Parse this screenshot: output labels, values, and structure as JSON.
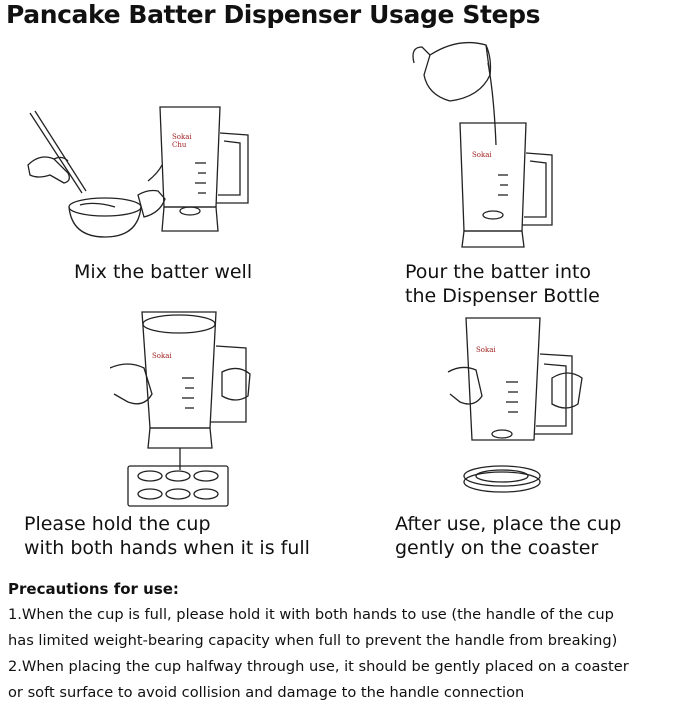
{
  "title": "Pancake Batter Dispenser Usage Steps",
  "steps": [
    {
      "caption": [
        "Mix the batter well"
      ]
    },
    {
      "caption": [
        "Pour the batter into",
        "the Dispenser Bottle"
      ]
    },
    {
      "caption": [
        "Please hold the cup",
        "with both hands when it is full"
      ]
    },
    {
      "caption": [
        "After use, place the cup",
        "gently on the coaster"
      ]
    }
  ],
  "brand_logo": [
    "Sokai",
    "Chu"
  ],
  "precautions": {
    "heading": "Precautions for use:",
    "lines": [
      "1.When the cup is full, please hold it with both hands to use (the handle of the cup",
      "has limited weight-bearing capacity when full to prevent the handle from breaking)",
      "2.When placing the cup halfway through use, it should be gently placed on a coaster",
      "or soft surface to avoid collision and damage to the handle connection"
    ]
  }
}
